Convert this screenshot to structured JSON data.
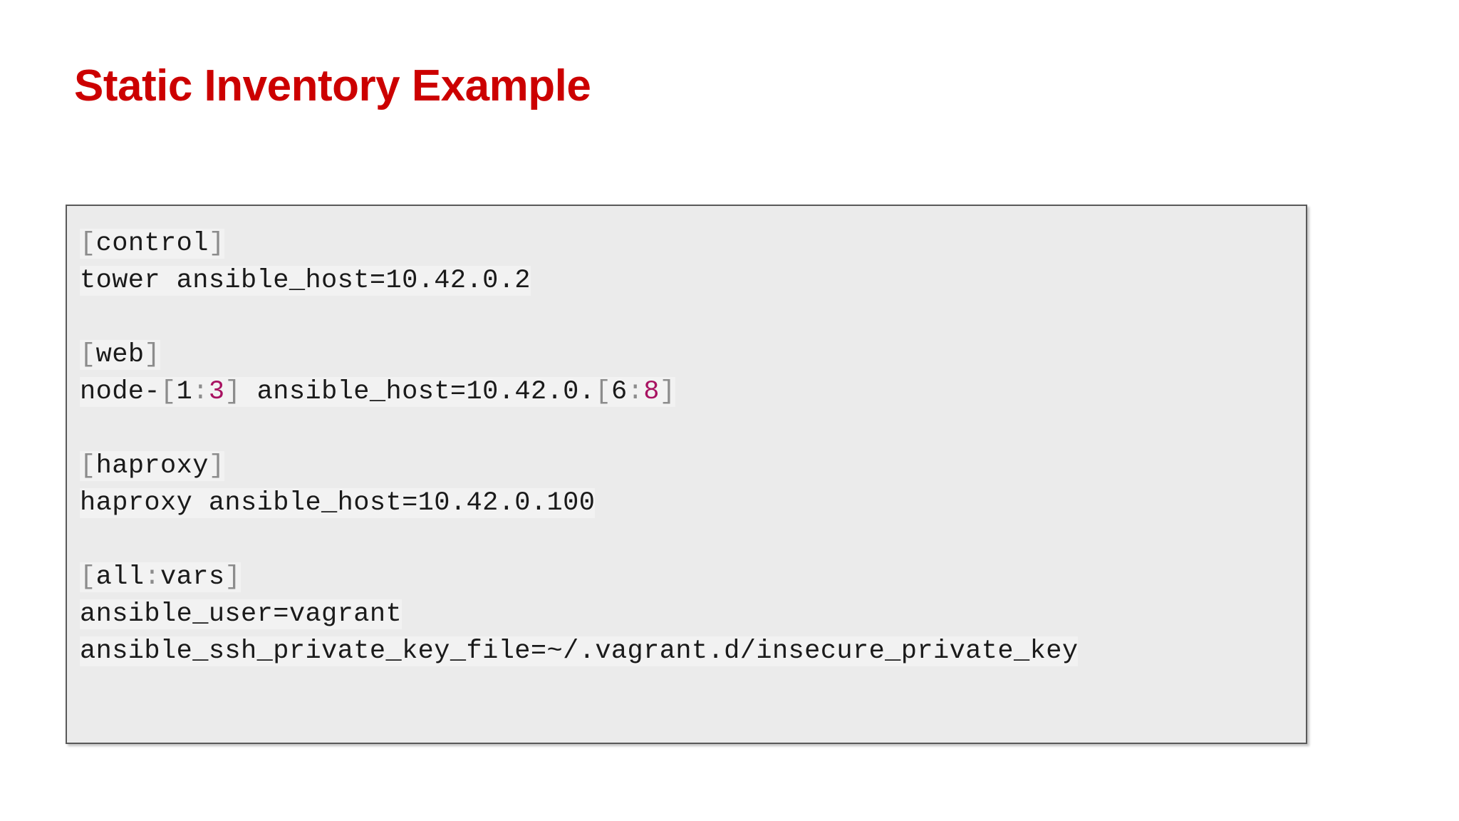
{
  "slide": {
    "title": "Static Inventory Example",
    "title_color": "#cc0000",
    "background_color": "#ffffff"
  },
  "code_block": {
    "background_color": "#ebebeb",
    "border_color": "#595959",
    "text_color": "#1a1a1a",
    "punct_color": "#8c8c8c",
    "number_color": "#a81261",
    "language": "ini",
    "plain_text": "[control]\ntower ansible_host=10.42.0.2\n\n[web]\nnode-[1:3] ansible_host=10.42.0.[6:8]\n\n[haproxy]\nhaproxy ansible_host=10.42.0.100\n\n[all:vars]\nansible_user=vagrant\nansible_ssh_private_key_file=~/.vagrant.d/insecure_private_key",
    "lines": [
      {
        "id": "line-control-header",
        "blank": false,
        "tokens": [
          {
            "t": "[",
            "c": "punct"
          },
          {
            "t": "control",
            "c": "plain"
          },
          {
            "t": "]",
            "c": "punct"
          }
        ]
      },
      {
        "id": "line-tower-host",
        "blank": false,
        "tokens": [
          {
            "t": "tower ansible_host=10.42.0.2",
            "c": "plain"
          }
        ]
      },
      {
        "id": "line-blank-1",
        "blank": true,
        "tokens": []
      },
      {
        "id": "line-web-header",
        "blank": false,
        "tokens": [
          {
            "t": "[",
            "c": "punct"
          },
          {
            "t": "web",
            "c": "plain"
          },
          {
            "t": "]",
            "c": "punct"
          }
        ]
      },
      {
        "id": "line-node-range",
        "blank": false,
        "tokens": [
          {
            "t": "node-",
            "c": "plain"
          },
          {
            "t": "[",
            "c": "punct"
          },
          {
            "t": "1",
            "c": "plain"
          },
          {
            "t": ":",
            "c": "punct"
          },
          {
            "t": "3",
            "c": "num"
          },
          {
            "t": "]",
            "c": "punct"
          },
          {
            "t": " ansible_host=10.42.0.",
            "c": "plain"
          },
          {
            "t": "[",
            "c": "punct"
          },
          {
            "t": "6",
            "c": "plain"
          },
          {
            "t": ":",
            "c": "punct"
          },
          {
            "t": "8",
            "c": "num"
          },
          {
            "t": "]",
            "c": "punct"
          }
        ]
      },
      {
        "id": "line-blank-2",
        "blank": true,
        "tokens": []
      },
      {
        "id": "line-haproxy-header",
        "blank": false,
        "tokens": [
          {
            "t": "[",
            "c": "punct"
          },
          {
            "t": "haproxy",
            "c": "plain"
          },
          {
            "t": "]",
            "c": "punct"
          }
        ]
      },
      {
        "id": "line-haproxy-host",
        "blank": false,
        "tokens": [
          {
            "t": "haproxy ansible_host=10.42.0.100",
            "c": "plain"
          }
        ]
      },
      {
        "id": "line-blank-3",
        "blank": true,
        "tokens": []
      },
      {
        "id": "line-allvars-header",
        "blank": false,
        "tokens": [
          {
            "t": "[",
            "c": "punct"
          },
          {
            "t": "all",
            "c": "plain"
          },
          {
            "t": ":",
            "c": "punct"
          },
          {
            "t": "vars",
            "c": "plain"
          },
          {
            "t": "]",
            "c": "punct"
          }
        ]
      },
      {
        "id": "line-ansible-user",
        "blank": false,
        "tokens": [
          {
            "t": "ansible_user=vagrant",
            "c": "plain"
          }
        ]
      },
      {
        "id": "line-ssh-private-key",
        "blank": false,
        "tokens": [
          {
            "t": "ansible_ssh_private_key_file=~/.vagrant.d/insecure_private_key",
            "c": "plain"
          }
        ]
      }
    ]
  }
}
